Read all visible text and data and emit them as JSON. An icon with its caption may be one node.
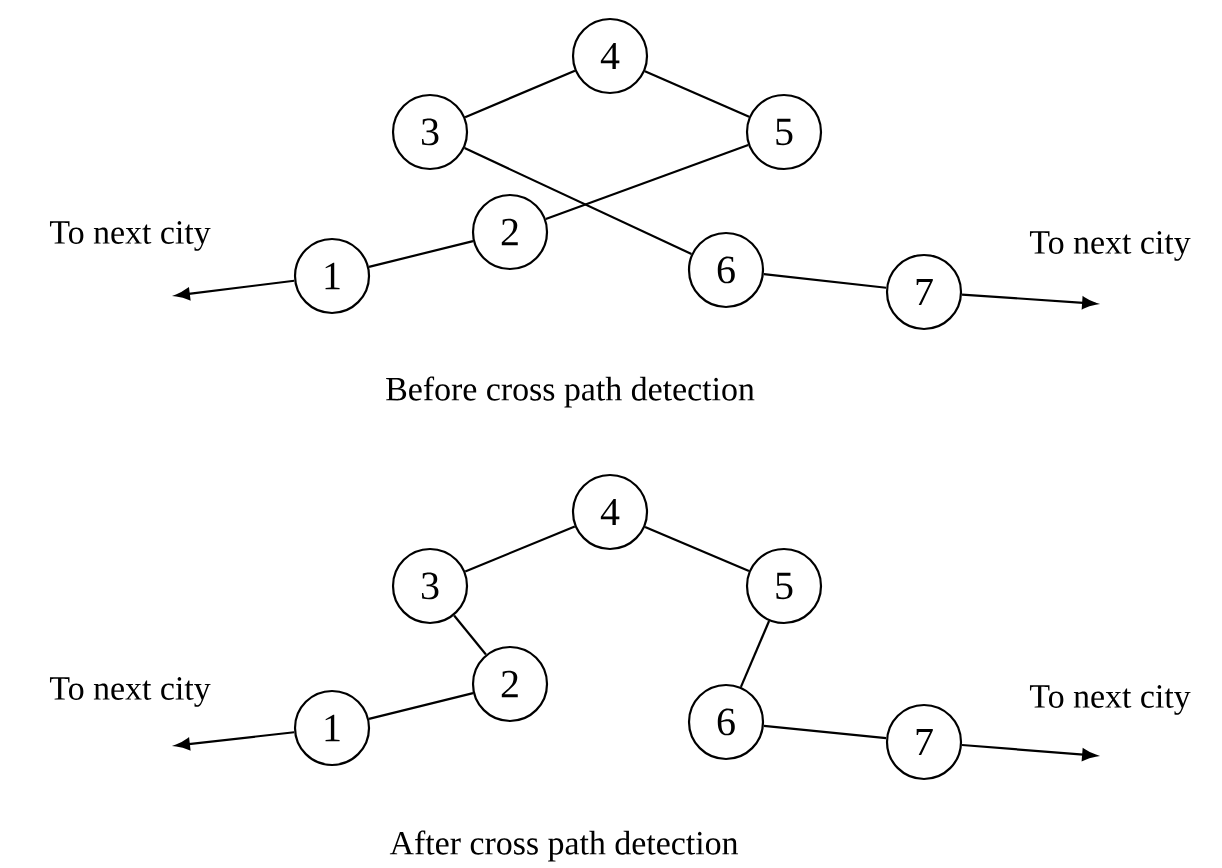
{
  "diagram": {
    "nodes": [
      {
        "text": [
          "1"
        ]
      },
      {
        "text": [
          "2"
        ]
      },
      {
        "text": [
          "3"
        ]
      },
      {
        "text": [
          "4"
        ]
      },
      {
        "text": [
          "5"
        ]
      },
      {
        "text": [
          "6"
        ]
      },
      {
        "text": [
          "7"
        ]
      },
      {
        "text": [
          "1"
        ]
      },
      {
        "text": [
          "2"
        ]
      },
      {
        "text": [
          "3"
        ]
      },
      {
        "text": [
          "4"
        ]
      },
      {
        "text": [
          "5"
        ]
      },
      {
        "text": [
          "6"
        ]
      },
      {
        "text": [
          "7"
        ]
      }
    ],
    "edges": [
      {
        "from": 0,
        "to": null,
        "arrow": "to"
      },
      {
        "from": 0,
        "to": 1,
        "arrow": "none"
      },
      {
        "from": 1,
        "to": 4,
        "arrow": "none"
      },
      {
        "from": 4,
        "to": 3,
        "arrow": "none"
      },
      {
        "from": 3,
        "to": 2,
        "arrow": "none"
      },
      {
        "from": 2,
        "to": 5,
        "arrow": "none"
      },
      {
        "from": 5,
        "to": 6,
        "arrow": "none"
      },
      {
        "from": 6,
        "to": null,
        "arrow": "to"
      },
      {
        "from": 7,
        "to": null,
        "arrow": "to"
      },
      {
        "from": 7,
        "to": 8,
        "arrow": "none"
      },
      {
        "from": 8,
        "to": 9,
        "arrow": "none"
      },
      {
        "from": 9,
        "to": 10,
        "arrow": "none"
      },
      {
        "from": 10,
        "to": 11,
        "arrow": "none"
      },
      {
        "from": 11,
        "to": 12,
        "arrow": "none"
      },
      {
        "from": 12,
        "to": 13,
        "arrow": "none"
      },
      {
        "from": 13,
        "to": null,
        "arrow": "to"
      }
    ],
    "labels": [
      "To next city",
      "To next city",
      "Before cross path detection",
      "To next city",
      "To next city",
      "After cross path detection"
    ]
  }
}
